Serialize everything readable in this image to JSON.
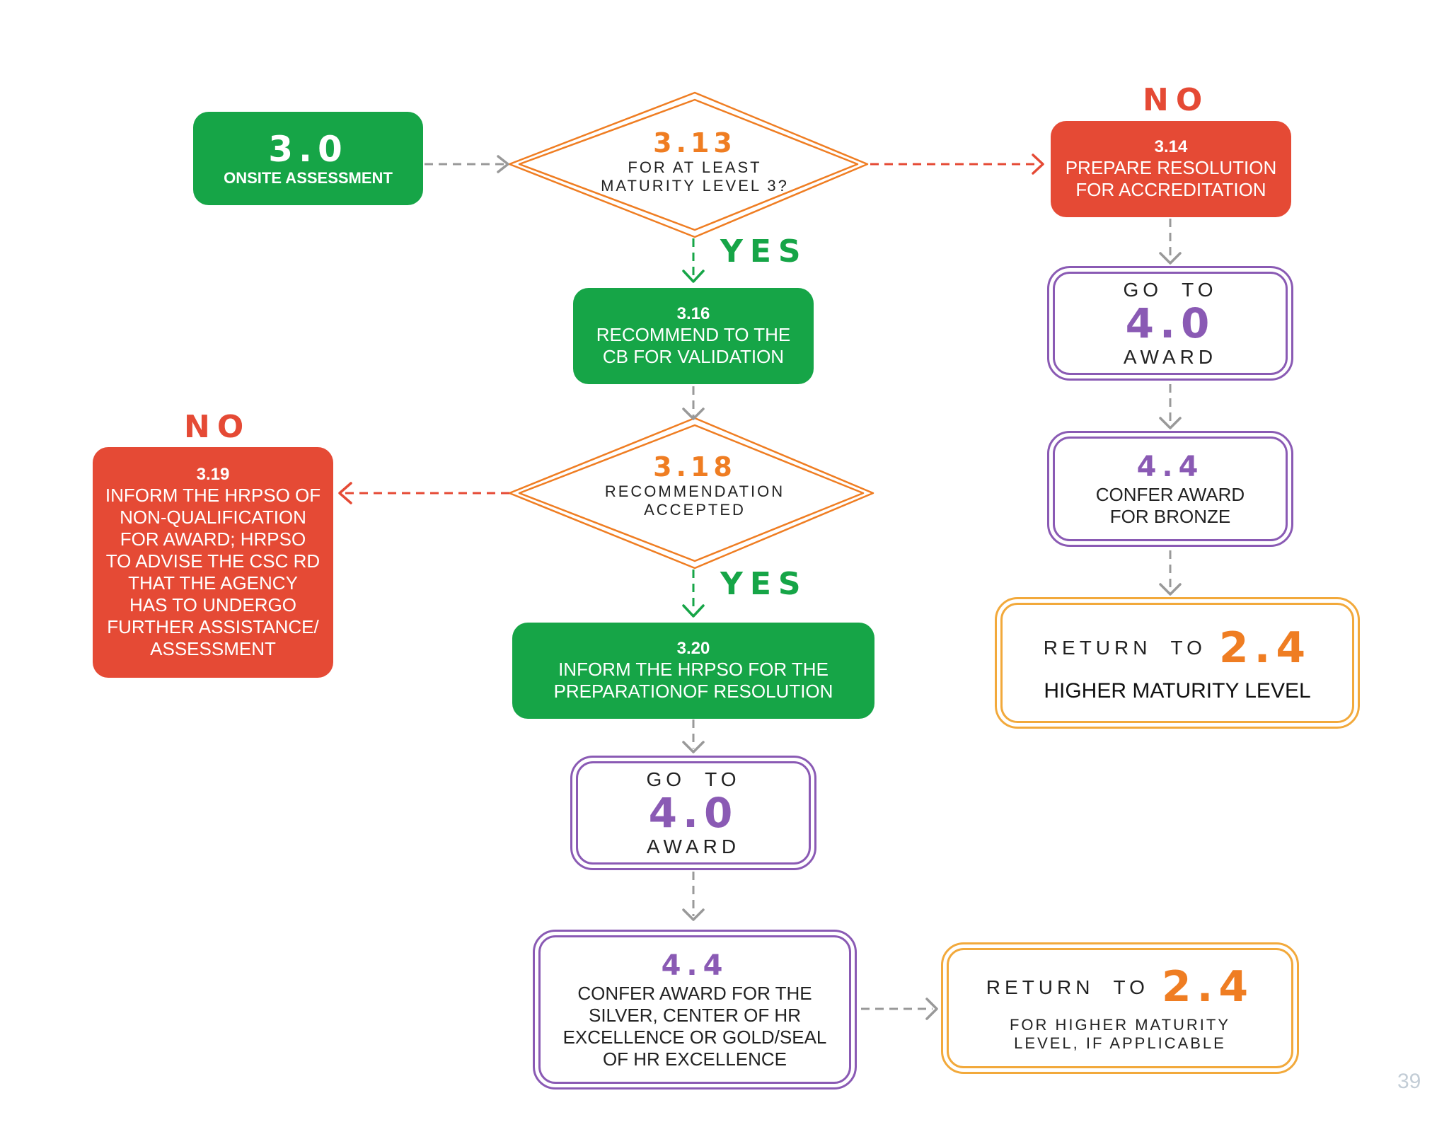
{
  "colors": {
    "green": "#16a547",
    "red": "#e54a35",
    "orange": "#ef7d22",
    "purple": "#8a5ab4",
    "gold": "#f2a93b",
    "gray_connector": "#999999",
    "page_number": "#c3cdd6"
  },
  "nodes": {
    "n3_0": {
      "number": "3.0",
      "label": "ONSITE ASSESSMENT"
    },
    "n3_13": {
      "number": "3.13",
      "line1": "FOR AT LEAST",
      "line2": "MATURITY LEVEL 3?"
    },
    "n3_14": {
      "number": "3.14",
      "line1": "PREPARE RESOLUTION",
      "line2": "FOR ACCREDITATION"
    },
    "n3_16": {
      "number": "3.16",
      "line1": "RECOMMEND TO THE",
      "line2": "CB FOR VALIDATION"
    },
    "n3_18": {
      "number": "3.18",
      "line1": "RECOMMENDATION",
      "line2": "ACCEPTED"
    },
    "n3_19": {
      "number": "3.19",
      "lines": [
        "INFORM THE HRPSO OF",
        "NON-QUALIFICATION",
        "FOR AWARD; HRPSO",
        "TO ADVISE THE CSC RD",
        "THAT THE AGENCY",
        "HAS TO UNDERGO",
        "FURTHER ASSISTANCE/",
        "ASSESSMENT"
      ]
    },
    "n3_20": {
      "number": "3.20",
      "line1": "INFORM THE HRPSO FOR THE",
      "line2": "PREPARATIONOF RESOLUTION"
    },
    "goto_right": {
      "pre": "GO  TO",
      "number": "4.0",
      "post": "AWARD"
    },
    "goto_center": {
      "pre": "GO  TO",
      "number": "4.0",
      "post": "AWARD"
    },
    "n4_4_right": {
      "number": "4.4",
      "line1": "CONFER AWARD",
      "line2": "FOR BRONZE"
    },
    "n4_4_center": {
      "number": "4.4",
      "lines": [
        "CONFER AWARD FOR THE",
        "SILVER, CENTER OF HR",
        "EXCELLENCE OR GOLD/SEAL",
        "OF HR EXCELLENCE"
      ]
    },
    "return_right": {
      "pre": "RETURN  TO",
      "number": "2.4",
      "sub": "HIGHER MATURITY LEVEL"
    },
    "return_bottom": {
      "pre": "RETURN  TO",
      "number": "2.4",
      "sub1": "FOR HIGHER MATURITY",
      "sub2": "LEVEL, IF APPLICABLE"
    }
  },
  "tags": {
    "no_top": "NO",
    "yes_1": "YES",
    "no_left": "NO",
    "yes_2": "YES"
  },
  "page_number": "39"
}
